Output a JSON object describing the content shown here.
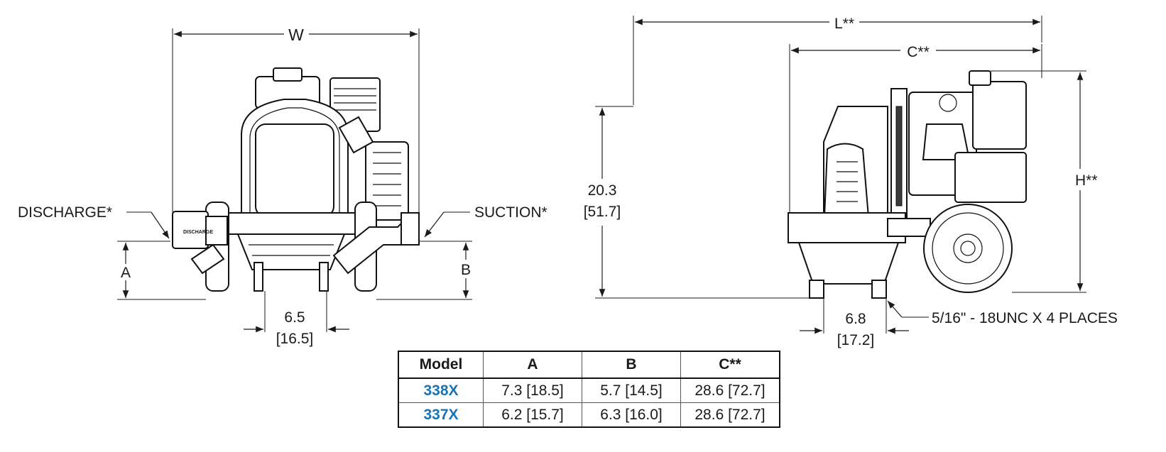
{
  "front_view": {
    "width_label": "W",
    "discharge_label": "DISCHARGE*",
    "suction_label": "SUCTION*",
    "a_label": "A",
    "b_label": "B",
    "spacing": {
      "inches": "6.5",
      "cm": "[16.5]"
    },
    "discharge_stamp": "DISCHARGE"
  },
  "side_view": {
    "length_label": "L**",
    "c_label": "C**",
    "height_label": "H**",
    "handle_height": {
      "inches": "20.3",
      "cm": "[51.7]"
    },
    "spacing": {
      "inches": "6.8",
      "cm": "[17.2]"
    },
    "bolt_note": "5/16\" - 18UNC X 4 PLACES"
  },
  "table": {
    "headers": [
      "Model",
      "A",
      "B",
      "C**"
    ],
    "rows": [
      {
        "model": "338X",
        "a": "7.3 [18.5]",
        "b": "5.7 [14.5]",
        "c": "28.6 [72.7]"
      },
      {
        "model": "337X",
        "a": "6.2 [15.7]",
        "b": "6.3 [16.0]",
        "c": "28.6 [72.7]"
      }
    ]
  },
  "colors": {
    "model_text": "#1a73b5",
    "line": "#1a1a1a"
  }
}
